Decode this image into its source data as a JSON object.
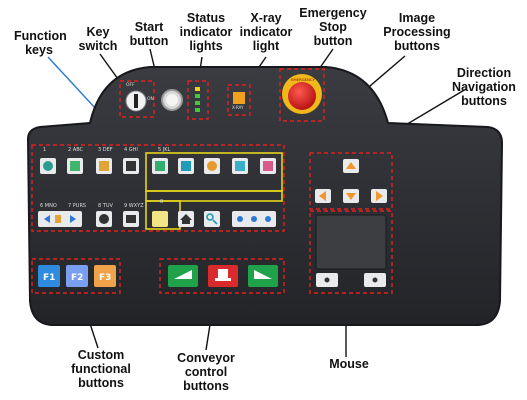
{
  "labels": {
    "function_keys": "Function\nkeys",
    "key_switch": "Key\nswitch",
    "start_button": "Start\nbutton",
    "status_lights": "Status\nindicator\nlights",
    "xray_light": "X-ray\nindicator\nlight",
    "emergency_stop": "Emergency\nStop\nbutton",
    "image_processing": "Image\nProcessing\nbuttons",
    "direction_nav": "Direction\nNavigation\nbuttons",
    "custom_buttons": "Custom\nfunctional\nbuttons",
    "conveyor": "Conveyor\ncontrol\nbuttons",
    "mouse": "Mouse"
  },
  "keypad": {
    "row1_numbers": [
      "1",
      "2 ABC",
      "3 DEF",
      "4 GHI",
      "5 JKL"
    ],
    "row2_numbers": [
      "6 MNO",
      "7 PURS",
      "8 TUV",
      "9 WXYZ",
      "0"
    ]
  },
  "custom_keys": [
    "F1",
    "F2",
    "F3"
  ],
  "key_switch_text": {
    "off": "OFF",
    "on": "ON"
  },
  "emergency_text": "EMERGENCY",
  "xray_text": "X-RAY",
  "colors": {
    "dashed_box": "#e0211f",
    "highlight_box": "#e6d51a",
    "panel": "#2d2f33",
    "key_face": "#e8eaec",
    "f1": "#2f8be0",
    "f2": "#7a9ff0",
    "f3": "#f0a24a",
    "conveyor_green": "#1fa24a",
    "conveyor_red": "#d92b2b",
    "estop_red": "#d8171a",
    "nav_orange": "#f0962a",
    "led_green": "#3ec93e"
  }
}
